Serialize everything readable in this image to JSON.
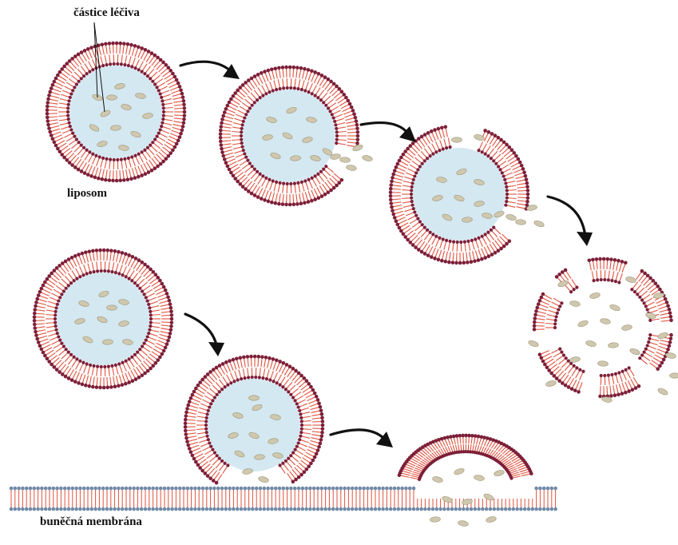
{
  "labels": {
    "drug_particles": "částice léčiva",
    "liposome": "liposom",
    "cell_membrane": "buněčná membrána"
  },
  "colors": {
    "lipid_tail": "#e0523f",
    "head_outer": "#7d1f38",
    "head_membrane": "#6f8aa8",
    "lumen": "#d4e8f1",
    "drug": "#cfc8ae",
    "drug_stroke": "#9b9478",
    "arrow": "#111111"
  },
  "icons": [
    "curved-arrow-icon"
  ]
}
